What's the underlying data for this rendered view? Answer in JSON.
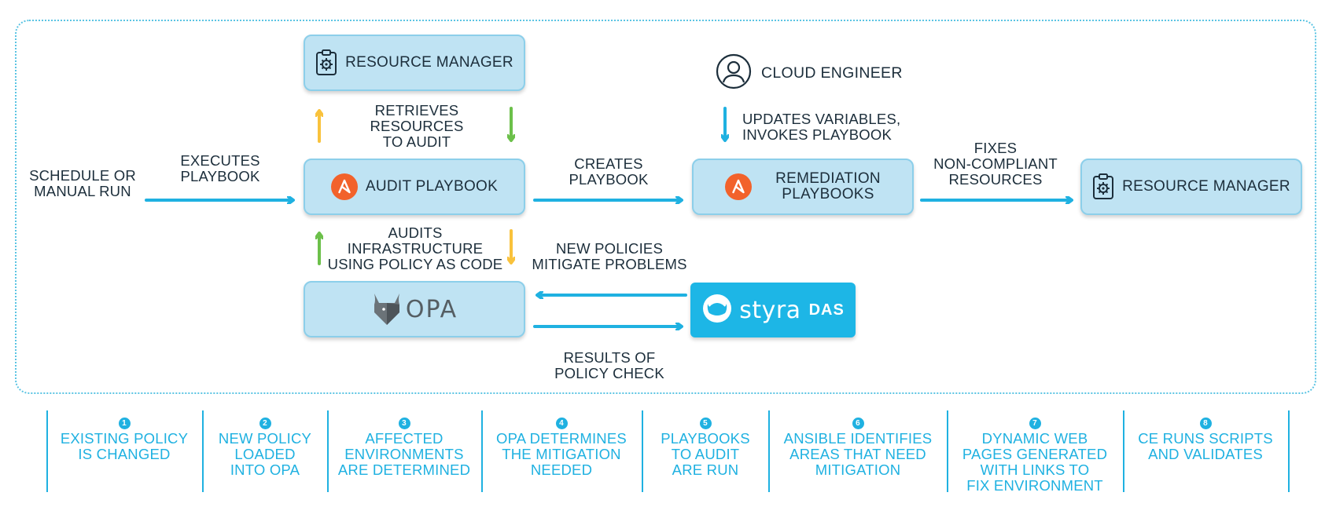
{
  "nodes": {
    "resource_manager_top": "RESOURCE MANAGER",
    "resource_manager_right": "RESOURCE MANAGER",
    "audit_playbook": "AUDIT PLAYBOOK",
    "remediation_playbooks": [
      "REMEDIATION",
      "PLAYBOOKS"
    ],
    "opa": "OPA",
    "styra_word": "styra",
    "styra_das": "DAS",
    "cloud_engineer": "CLOUD ENGINEER"
  },
  "labels": {
    "schedule": [
      "SCHEDULE OR",
      "MANUAL RUN"
    ],
    "executes": [
      "EXECUTES",
      "PLAYBOOK"
    ],
    "retrieves": [
      "RETRIEVES",
      "RESOURCES",
      "TO AUDIT"
    ],
    "updates": [
      "UPDATES VARIABLES,",
      "INVOKES PLAYBOOK"
    ],
    "creates": [
      "CREATES",
      "PLAYBOOK"
    ],
    "fixes": [
      "FIXES",
      "NON-COMPLIANT",
      "RESOURCES"
    ],
    "audits": [
      "AUDITS",
      "INFRASTRUCTURE",
      "USING POLICY AS CODE"
    ],
    "new_policies": [
      "NEW POLICIES",
      "MITIGATE PROBLEMS"
    ],
    "results": [
      "RESULTS OF",
      "POLICY CHECK"
    ]
  },
  "steps": [
    {
      "num": "1",
      "lines": [
        "EXISTING POLICY",
        "IS CHANGED"
      ]
    },
    {
      "num": "2",
      "lines": [
        "NEW POLICY",
        "LOADED",
        "INTO OPA"
      ]
    },
    {
      "num": "3",
      "lines": [
        "AFFECTED",
        "ENVIRONMENTS",
        "ARE DETERMINED"
      ]
    },
    {
      "num": "4",
      "lines": [
        "OPA DETERMINES",
        "THE MITIGATION",
        "NEEDED"
      ]
    },
    {
      "num": "5",
      "lines": [
        "PLAYBOOKS",
        "TO AUDIT",
        "ARE RUN"
      ]
    },
    {
      "num": "6",
      "lines": [
        "ANSIBLE IDENTIFIES",
        "AREAS THAT NEED",
        "MITIGATION"
      ]
    },
    {
      "num": "7",
      "lines": [
        "DYNAMIC WEB",
        "PAGES GENERATED",
        "WITH LINKS TO",
        "FIX ENVIRONMENT"
      ]
    },
    {
      "num": "8",
      "lines": [
        "CE RUNS SCRIPTS",
        "AND VALIDATES"
      ]
    }
  ],
  "colors": {
    "arrow_blue": "#1fb1e1",
    "arrow_yellow": "#f9c23c",
    "arrow_green": "#6cc04a",
    "box_fill": "#bfe3f3",
    "ansible_red": "#f2622b",
    "styra_blue": "#1db6e6"
  },
  "icons": [
    "clipboard-gear-icon",
    "ansible-logo-icon",
    "person-icon",
    "opa-logo-icon",
    "styra-logo-icon",
    "step-number-badge"
  ]
}
